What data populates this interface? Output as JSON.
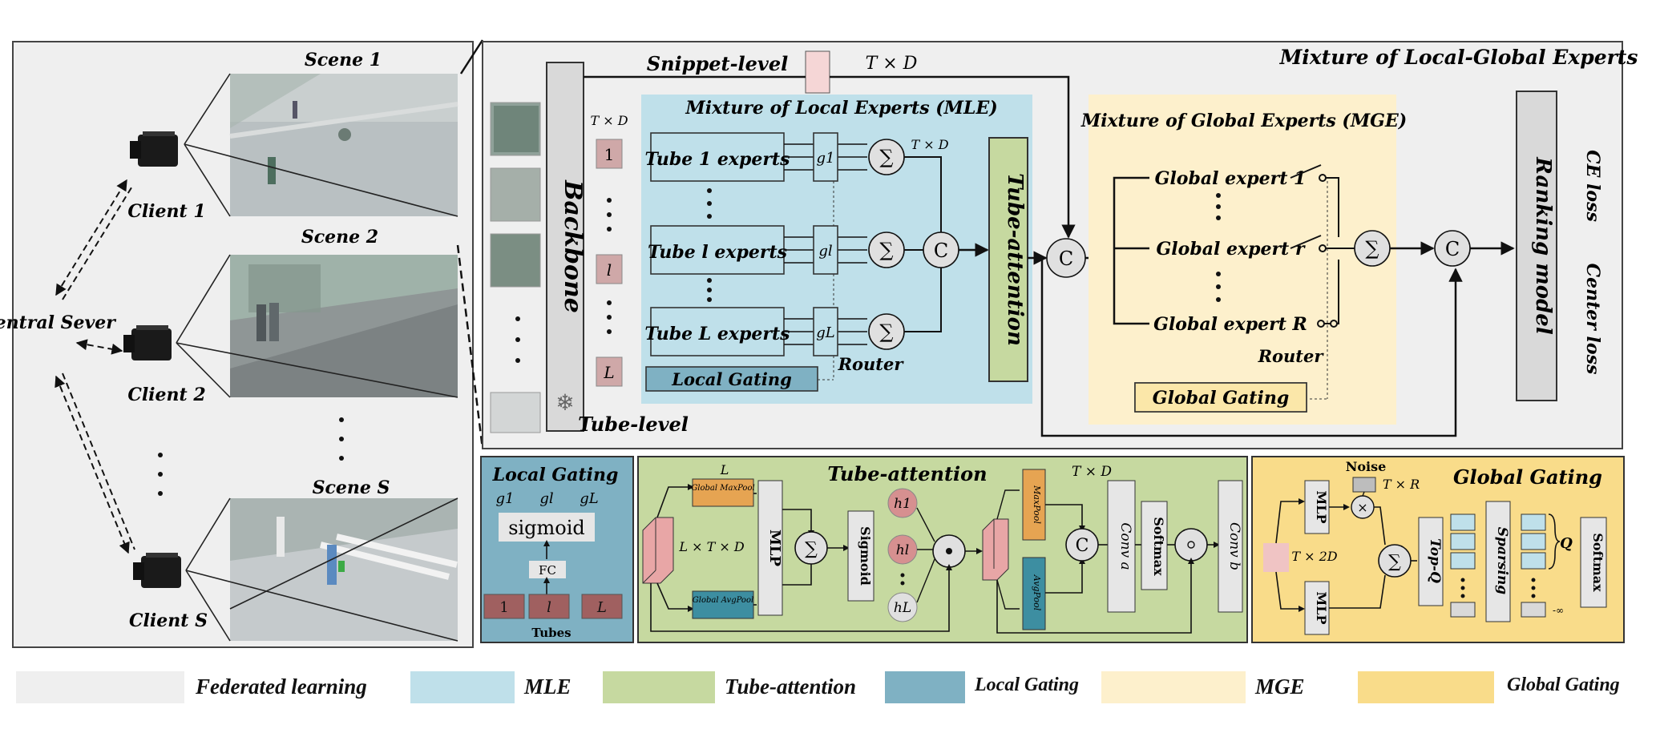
{
  "federated": {
    "central": "Central Sever",
    "clients": [
      "Client 1",
      "Client 2",
      "Client S"
    ],
    "scenes": [
      "Scene 1",
      "Scene 2",
      "Scene S"
    ]
  },
  "mixture": {
    "title": "Mixture of Local-Global Experts",
    "snippet_level": "Snippet-level",
    "tube_level": "Tube-level",
    "dim_td": "T × D",
    "backbone": "Backbone",
    "tube_tokens": [
      "1",
      "l",
      "L"
    ],
    "mle": {
      "title": "Mixture of Local Experts (MLE)",
      "experts": [
        "Tube 1 experts",
        "Tube l experts",
        "Tube L experts"
      ],
      "gates": [
        "g1",
        "gl",
        "gL"
      ],
      "local_gating": "Local Gating",
      "router": "Router",
      "dim": "T × D"
    },
    "tube_attention_block": "Tube-attention",
    "concat": "C",
    "mge": {
      "title": "Mixture of Global Experts (MGE)",
      "experts": [
        "Global expert 1",
        "Global expert r",
        "Global expert R"
      ],
      "router": "Router",
      "global_gating": "Global Gating"
    },
    "ranking": "Ranking model",
    "losses": [
      "CE loss",
      "Center loss"
    ]
  },
  "local_gating_detail": {
    "title": "Local Gating",
    "gates": [
      "g1",
      "gl",
      "gL"
    ],
    "sigmoid": "sigmoid",
    "fc": "FC",
    "tubes": [
      "1",
      "l",
      "L"
    ],
    "tubes_label": "Tubes"
  },
  "tube_attention_detail": {
    "title": "Tube-attention",
    "L": "L",
    "dims": "L × T × D",
    "global_maxpool": "Global MaxPool",
    "global_avgpool": "Global AvgPool",
    "mlp": "MLP",
    "sigmoid": "Sigmoid",
    "h": [
      "h1",
      "hl",
      "hL"
    ],
    "maxpool": "MaxPool",
    "avgpool": "AvgPool",
    "td": "T × D",
    "conv_a": "Conv a",
    "softmax": "Softmax",
    "conv_b": "Conv b"
  },
  "global_gating_detail": {
    "title": "Global Gating",
    "noise": "Noise",
    "tr": "T × R",
    "t2d": "T × 2D",
    "mlp": "MLP",
    "topq": "Top-Q",
    "sparsing": "Sparsing",
    "q": "Q",
    "softmax": "Softmax",
    "neg_inf": "-∞"
  },
  "legend": [
    {
      "label": "Federated learning",
      "color": "#efefef"
    },
    {
      "label": "MLE",
      "color": "#bfe0ea"
    },
    {
      "label": "Tube-attention",
      "color": "#c6d9a0"
    },
    {
      "label": "Local Gating",
      "color": "#7fb1c3"
    },
    {
      "label": "MGE",
      "color": "#fdf0cc"
    },
    {
      "label": "Global Gating",
      "color": "#f9dc8a"
    }
  ]
}
